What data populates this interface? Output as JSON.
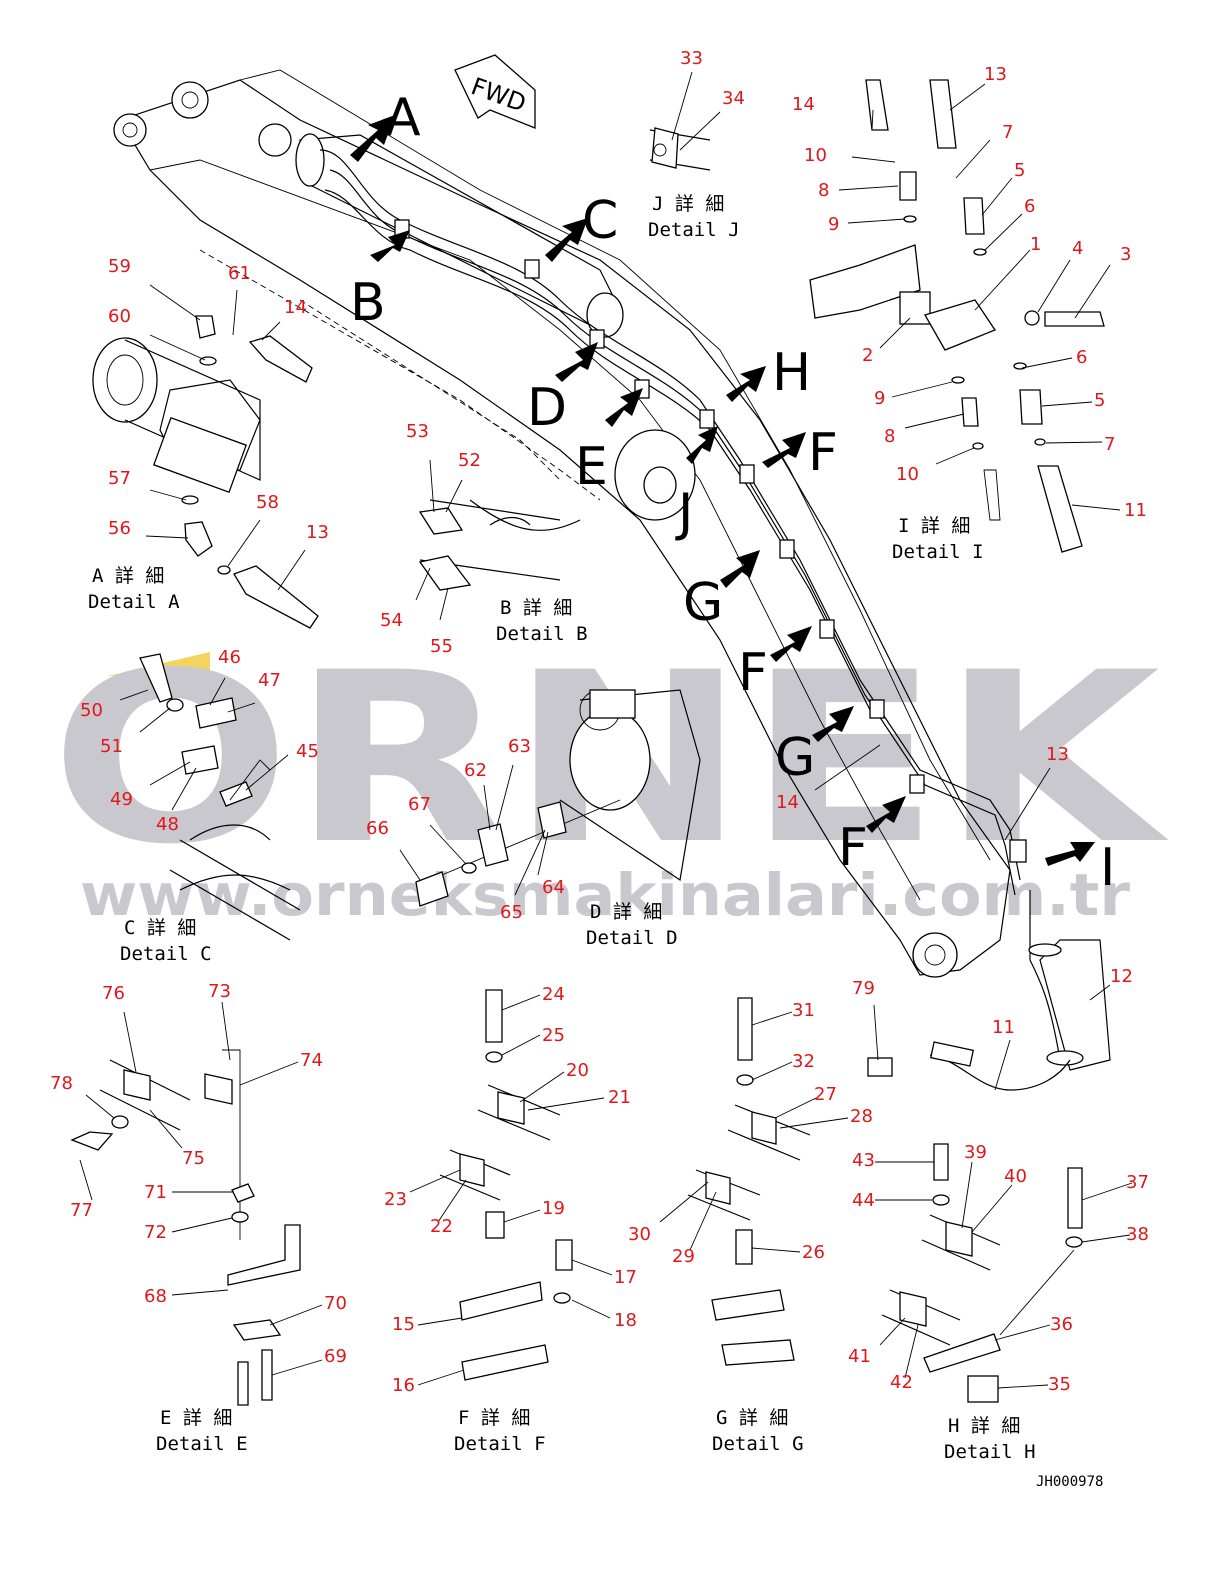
{
  "watermark": {
    "brand": "ORNEK",
    "url": "www.orneksmakinalari.com.tr",
    "color": "#c9c8cf",
    "accent": "#f4d35e"
  },
  "fwd_label": "FWD",
  "drawing_code": "JH000978",
  "view_letters": [
    "A",
    "B",
    "C",
    "D",
    "E",
    "F",
    "F",
    "F",
    "G",
    "G",
    "H",
    "I",
    "J"
  ],
  "details": [
    {
      "id": "A",
      "jp": "A 詳 細",
      "en": "Detail A"
    },
    {
      "id": "B",
      "jp": "B 詳 細",
      "en": "Detail B"
    },
    {
      "id": "C",
      "jp": "C 詳 細",
      "en": "Detail C"
    },
    {
      "id": "D",
      "jp": "D 詳 細",
      "en": "Detail D"
    },
    {
      "id": "E",
      "jp": "E 詳 細",
      "en": "Detail E"
    },
    {
      "id": "F",
      "jp": "F 詳 細",
      "en": "Detail F"
    },
    {
      "id": "G",
      "jp": "G 詳 細",
      "en": "Detail G"
    },
    {
      "id": "H",
      "jp": "H 詳 細",
      "en": "Detail H"
    },
    {
      "id": "I",
      "jp": "I 詳 細",
      "en": "Detail I"
    },
    {
      "id": "J",
      "jp": "J 詳 細",
      "en": "Detail J"
    }
  ],
  "part_numbers": [
    "1",
    "2",
    "3",
    "4",
    "5",
    "5",
    "6",
    "6",
    "7",
    "7",
    "8",
    "8",
    "9",
    "9",
    "10",
    "10",
    "11",
    "11",
    "12",
    "13",
    "13",
    "13",
    "14",
    "14",
    "14",
    "15",
    "16",
    "17",
    "18",
    "19",
    "20",
    "21",
    "22",
    "23",
    "24",
    "25",
    "26",
    "27",
    "28",
    "29",
    "30",
    "31",
    "32",
    "33",
    "34",
    "35",
    "36",
    "37",
    "38",
    "39",
    "40",
    "41",
    "42",
    "43",
    "44",
    "45",
    "46",
    "47",
    "48",
    "49",
    "50",
    "51",
    "52",
    "53",
    "54",
    "55",
    "56",
    "57",
    "58",
    "59",
    "60",
    "61",
    "62",
    "63",
    "64",
    "65",
    "66",
    "67",
    "68",
    "69",
    "70",
    "71",
    "72",
    "73",
    "74",
    "75",
    "76",
    "77",
    "78",
    "79"
  ],
  "colors": {
    "callout": "#e0171b",
    "line": "#000000"
  }
}
